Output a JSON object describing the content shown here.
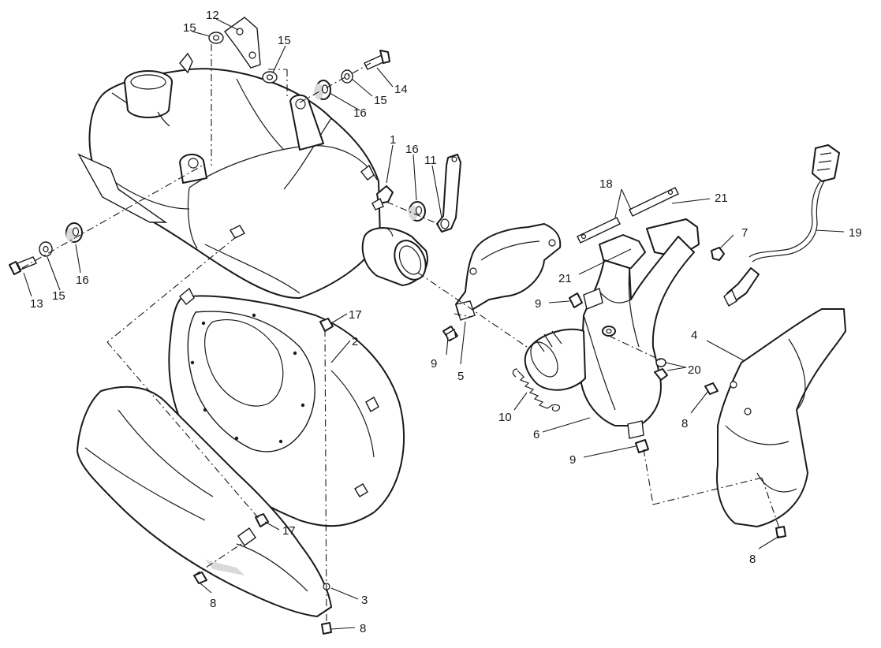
{
  "callouts": {
    "c1": "1",
    "c2": "2",
    "c3": "3",
    "c4": "4",
    "c5": "5",
    "c6": "6",
    "c7": "7",
    "c8a": "8",
    "c8b": "8",
    "c8c": "8",
    "c8d": "8",
    "c9a": "9",
    "c9b": "9",
    "c9c": "9",
    "c10": "10",
    "c11": "11",
    "c12": "12",
    "c13": "13",
    "c14": "14",
    "c15a": "15",
    "c15b": "15",
    "c15c": "15",
    "c15d": "15",
    "c16a": "16",
    "c16b": "16",
    "c16c": "16",
    "c17a": "17",
    "c17b": "17",
    "c18": "18",
    "c19": "19",
    "c20": "20",
    "c21a": "21",
    "c21b": "21"
  }
}
